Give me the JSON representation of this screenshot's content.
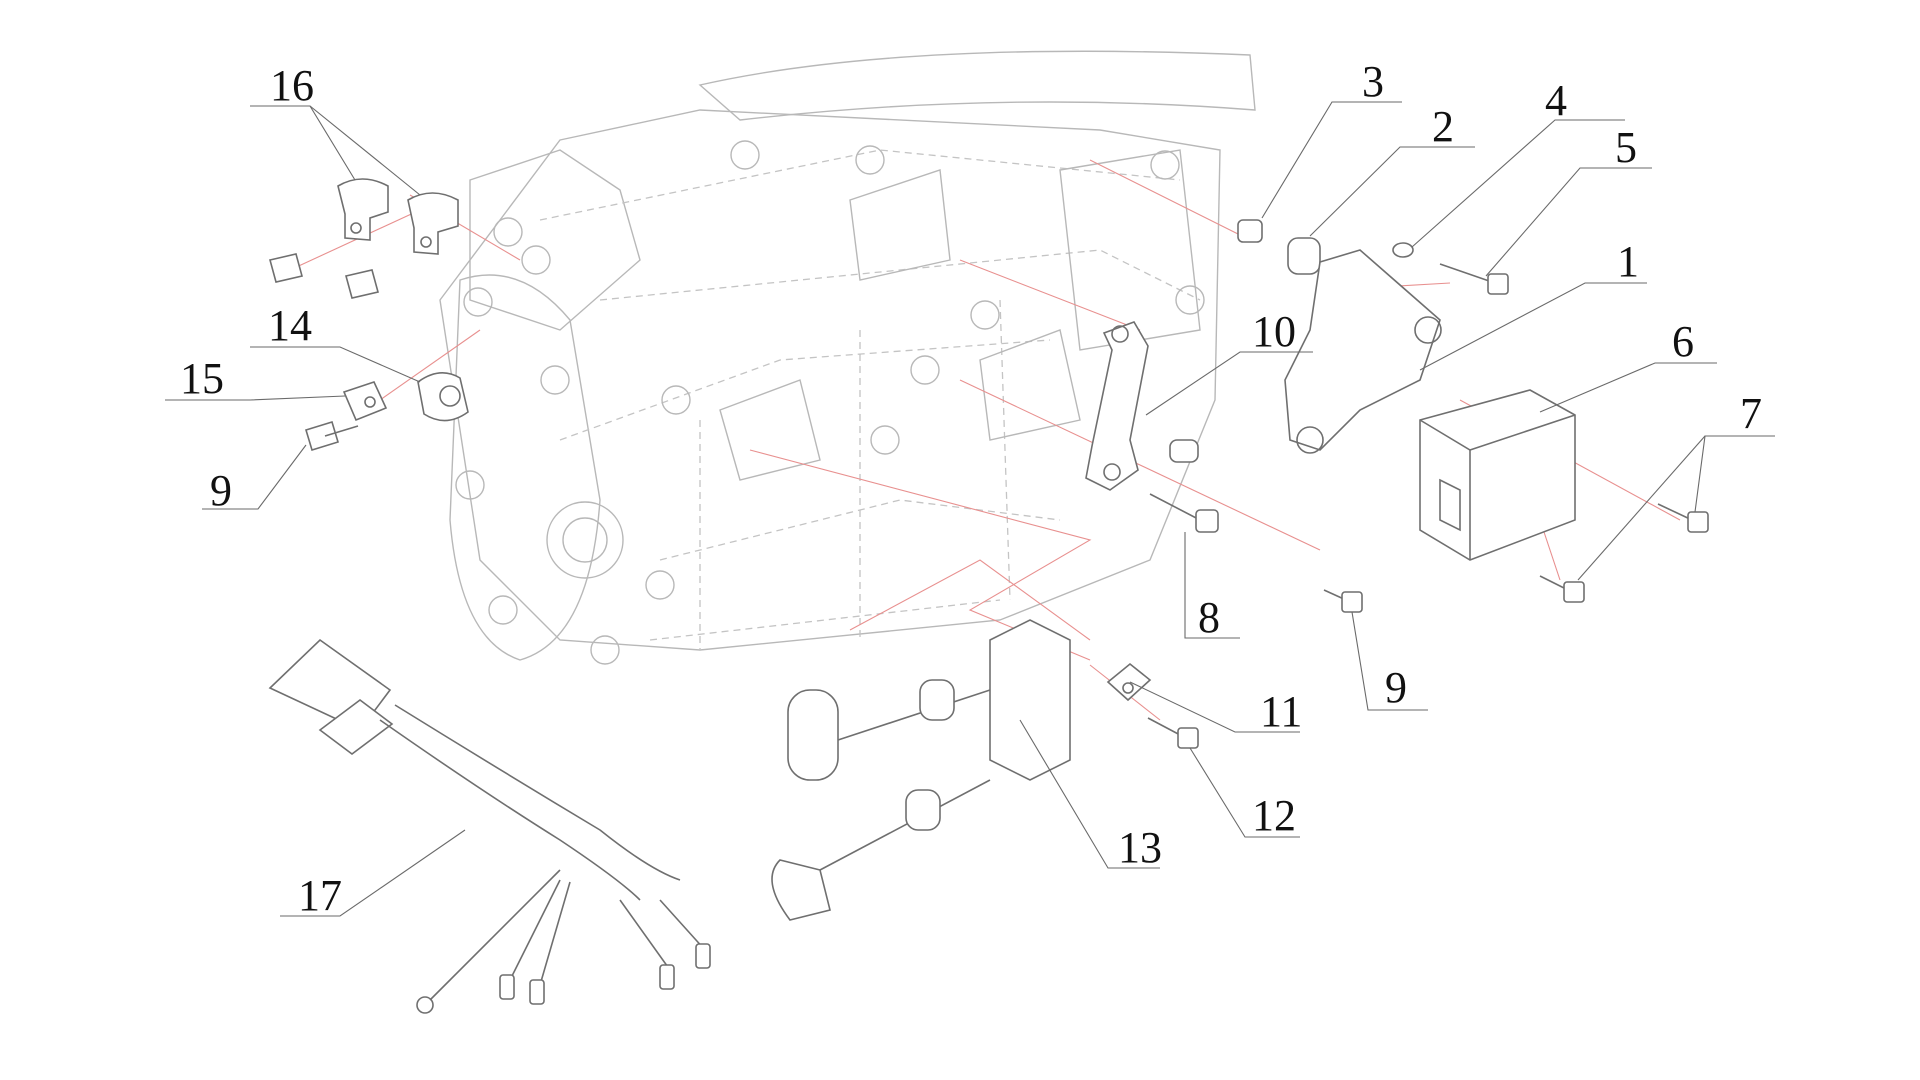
{
  "diagram": {
    "callouts": [
      "16",
      "14",
      "15",
      "9",
      "3",
      "2",
      "4",
      "5",
      "1",
      "10",
      "6",
      "7",
      "8",
      "9",
      "11",
      "12",
      "13",
      "17"
    ]
  },
  "colors": {
    "leader": "#6a6a6a",
    "assembly_axis": "#e8908f",
    "engine_outline": "#b8b8b8",
    "part_outline": "#6f6f6f"
  }
}
